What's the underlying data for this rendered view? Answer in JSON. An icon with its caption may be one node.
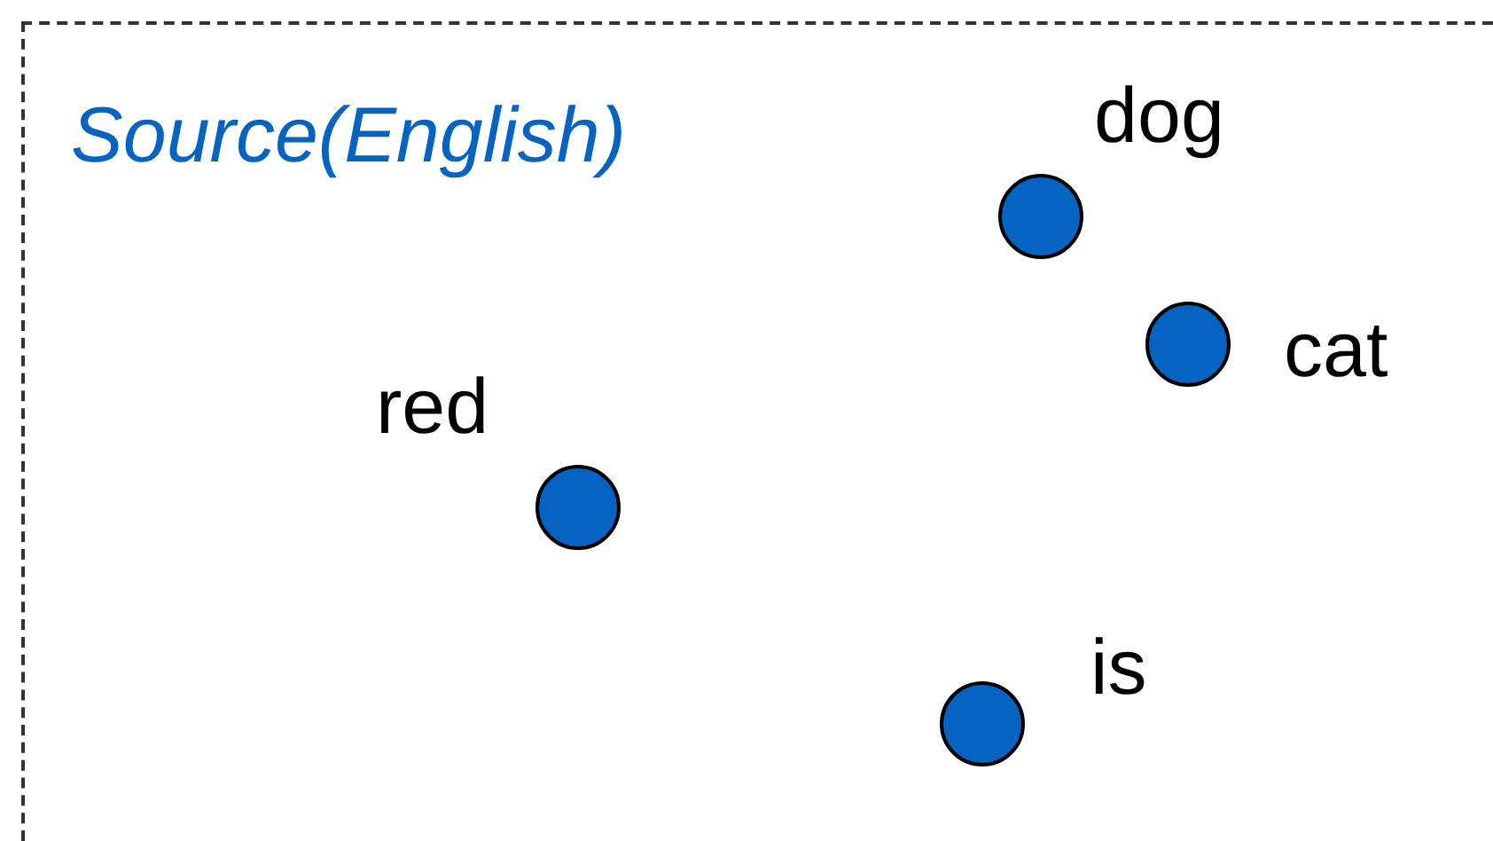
{
  "diagram": {
    "nodes": [
      {
        "text": [
          "Source(English)"
        ]
      },
      {
        "text": [],
        "shape": "circle",
        "in": 0,
        "beside": [
          "dog"
        ]
      },
      {
        "text": [],
        "shape": "circle",
        "in": 0,
        "beside": [
          "cat"
        ]
      },
      {
        "text": [],
        "shape": "circle",
        "in": 0,
        "beside": [
          "red"
        ]
      },
      {
        "text": [],
        "shape": "circle",
        "in": 0,
        "beside": [
          "is"
        ]
      }
    ],
    "edges": []
  }
}
